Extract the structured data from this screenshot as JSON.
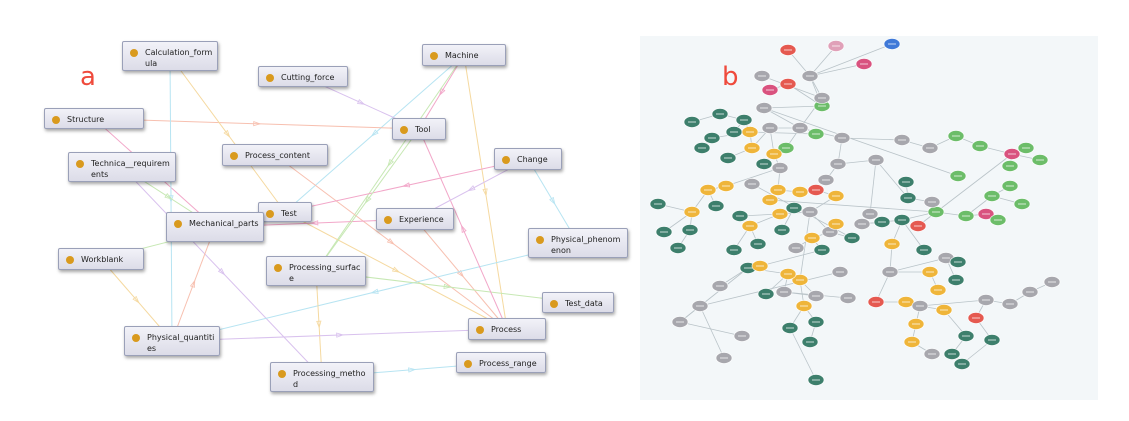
{
  "panel_a": {
    "letter": "a",
    "nodes": [
      {
        "id": "calc",
        "label": "Calculation_formula"
      },
      {
        "id": "cut",
        "label": "Cutting_force"
      },
      {
        "id": "mach",
        "label": "Machine"
      },
      {
        "id": "struct",
        "label": "Structure"
      },
      {
        "id": "tool",
        "label": "Tool"
      },
      {
        "id": "techreq",
        "label": "Technica__requirements"
      },
      {
        "id": "pcont",
        "label": "Process_content"
      },
      {
        "id": "change",
        "label": "Change"
      },
      {
        "id": "test",
        "label": "Test"
      },
      {
        "id": "mechpart",
        "label": "Mechanical_parts"
      },
      {
        "id": "exp",
        "label": "Experience"
      },
      {
        "id": "physphen",
        "label": "Physical_phenomenon"
      },
      {
        "id": "workblank",
        "label": "Workblank"
      },
      {
        "id": "psurf",
        "label": "Processing_surface"
      },
      {
        "id": "testdata",
        "label": "Test_data"
      },
      {
        "id": "physq",
        "label": "Physical_quantities"
      },
      {
        "id": "process",
        "label": "Process"
      },
      {
        "id": "prange",
        "label": "Process_range"
      },
      {
        "id": "pmeth",
        "label": "Processing_method"
      }
    ],
    "edges": [
      [
        "mach",
        "tool"
      ],
      [
        "mach",
        "test"
      ],
      [
        "mach",
        "process"
      ],
      [
        "mach",
        "psurf"
      ],
      [
        "cut",
        "tool"
      ],
      [
        "struct",
        "tool"
      ],
      [
        "struct",
        "mechpart"
      ],
      [
        "calc",
        "physq"
      ],
      [
        "calc",
        "test"
      ],
      [
        "techreq",
        "mechpart"
      ],
      [
        "techreq",
        "pmeth"
      ],
      [
        "pcont",
        "process"
      ],
      [
        "change",
        "test"
      ],
      [
        "change",
        "physphen"
      ],
      [
        "test",
        "process"
      ],
      [
        "test",
        "workblank"
      ],
      [
        "mechpart",
        "test"
      ],
      [
        "exp",
        "process"
      ],
      [
        "exp",
        "mechpart"
      ],
      [
        "physphen",
        "physq"
      ],
      [
        "psurf",
        "pmeth"
      ],
      [
        "psurf",
        "testdata"
      ],
      [
        "physq",
        "process"
      ],
      [
        "physq",
        "mechpart"
      ],
      [
        "process",
        "tool"
      ],
      [
        "pmeth",
        "prange"
      ],
      [
        "workblank",
        "physq"
      ],
      [
        "tool",
        "psurf"
      ],
      [
        "change",
        "exp"
      ]
    ]
  },
  "panel_b": {
    "letter": "b",
    "colors": {
      "gray": "#a7a7ad",
      "teal": "#3d7f6c",
      "yellow": "#efb53a",
      "green": "#6cbd69",
      "red": "#e55950",
      "pink": "#d9527f",
      "blue": "#3f79d8",
      "lightpink": "#e0a0b8"
    }
  }
}
